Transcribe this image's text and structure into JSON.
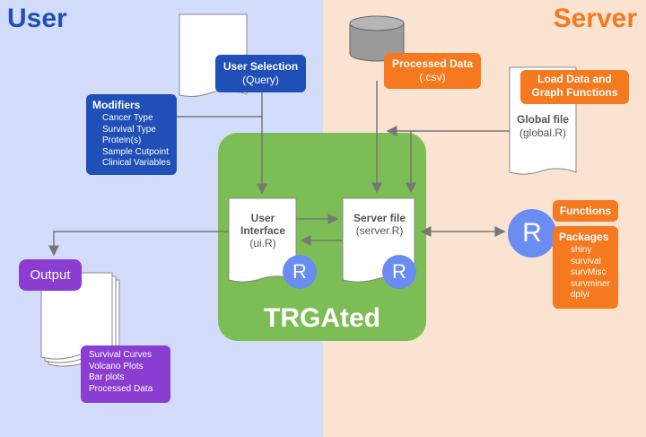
{
  "headers": {
    "user": "User",
    "server": "Server"
  },
  "colors": {
    "user_bg": "#d4dcfb",
    "server_bg": "#fbe3d1",
    "user_title": "#1f4fb7",
    "server_title": "#f5791f",
    "app_box": "#7dbd56",
    "r_circle": "#6b8cf2"
  },
  "user_selection": {
    "title": "User Selection",
    "subtitle": "(Query)"
  },
  "modifiers": {
    "title": "Modifiers",
    "items": [
      "Cancer Type",
      "Survival Type",
      "Protein(s)",
      "Sample Cutpoint",
      "Clinical Variables"
    ]
  },
  "output": {
    "title": "Output",
    "items": [
      "Survival Curves",
      "Volcano Plots",
      "Bar plots",
      "Processed Data"
    ]
  },
  "app": {
    "title": "TRGAted"
  },
  "ui_file": {
    "title_line1": "User",
    "title_line2": "Interface",
    "filename": "(ui.R)"
  },
  "server_file": {
    "title": "Server file",
    "filename": "(server.R)"
  },
  "processed_data": {
    "title": "Processed Data",
    "subtitle": "(.csv)"
  },
  "load_data": {
    "line1": "Load Data and",
    "line2": "Graph Functions"
  },
  "global_file": {
    "title": "Global file",
    "filename": "(global.R)"
  },
  "functions": {
    "title": "Functions"
  },
  "packages": {
    "title": "Packages",
    "items": [
      "shiny",
      "survival",
      "survMisc",
      "survminer",
      "dplyr"
    ]
  },
  "r_logo": {
    "letter": "R"
  }
}
